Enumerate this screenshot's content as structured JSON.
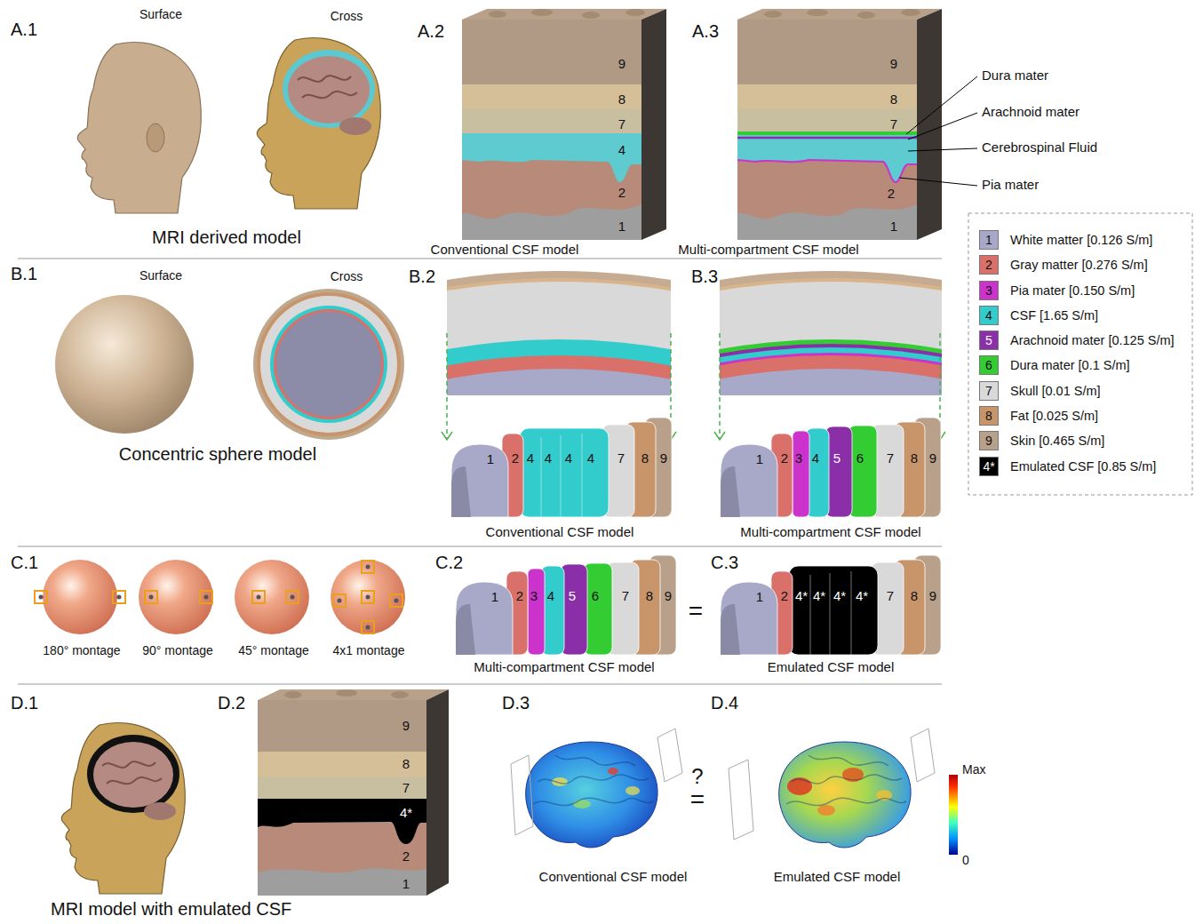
{
  "diagram": {
    "labels": [
      "A.1",
      "Surface",
      "Cross",
      "MRI derived model",
      "A.2",
      "9",
      "8",
      "7",
      "4",
      "2",
      "1",
      "Conventional CSF model",
      "A.3",
      "9",
      "8",
      "7",
      "2",
      "1",
      "Multi-compartment CSF model",
      "Dura mater",
      "Arachnoid mater",
      "Cerebrospinal Fluid",
      "Pia mater",
      "1",
      "2",
      "3",
      "4",
      "5",
      "6",
      "7",
      "8",
      "9",
      "4*",
      "B.1",
      "Surface",
      "Cross",
      "Concentric sphere model",
      "B.2",
      "1",
      "2",
      "4",
      "4",
      "4",
      "4",
      "7",
      "8",
      "9",
      "Conventional CSF model",
      "B.3",
      "1",
      "2",
      "3",
      "4",
      "5",
      "6",
      "7",
      "8",
      "9",
      "Multi-compartment CSF model",
      "C.1",
      "180° montage",
      "90° montage",
      "45° montage",
      "4x1 montage",
      "C.2",
      "1",
      "2",
      "3",
      "4",
      "5",
      "6",
      "7",
      "8",
      "9",
      "=",
      "Multi-compartment CSF model",
      "C.3",
      "1",
      "2",
      "4*",
      "4*",
      "4*",
      "4*",
      "7",
      "8",
      "9",
      "Emulated CSF model",
      "D.1",
      "MRI model with emulated CSF",
      "D.2",
      "9",
      "8",
      "7",
      "4*",
      "2",
      "1",
      "D.3",
      "Conventional CSF model",
      "?",
      "=",
      "D.4",
      "Emulated CSF model",
      "Max",
      "0"
    ],
    "legend": [
      {
        "text": "White matter [0.126 S/m]",
        "color": "#a8a8c8"
      },
      {
        "text": "Gray matter [0.276 S/m]",
        "color": "#d9706a"
      },
      {
        "text": "Pia mater [0.150 S/m]",
        "color": "#cc33cc"
      },
      {
        "text": "CSF [1.65 S/m]",
        "color": "#33cccc"
      },
      {
        "text": "Arachnoid mater [0.125 S/m]",
        "color": "#8b2fa8"
      },
      {
        "text": "Dura mater [0.1 S/m]",
        "color": "#33cc33"
      },
      {
        "text": "Skull [0.01 S/m]",
        "color": "#d9d9d9"
      },
      {
        "text": "Fat [0.025 S/m]",
        "color": "#c8956b"
      },
      {
        "text": "Skin [0.465 S/m]",
        "color": "#b8a08a"
      },
      {
        "text": "Emulated CSF [0.85 S/m]",
        "color": "#000000"
      }
    ]
  }
}
